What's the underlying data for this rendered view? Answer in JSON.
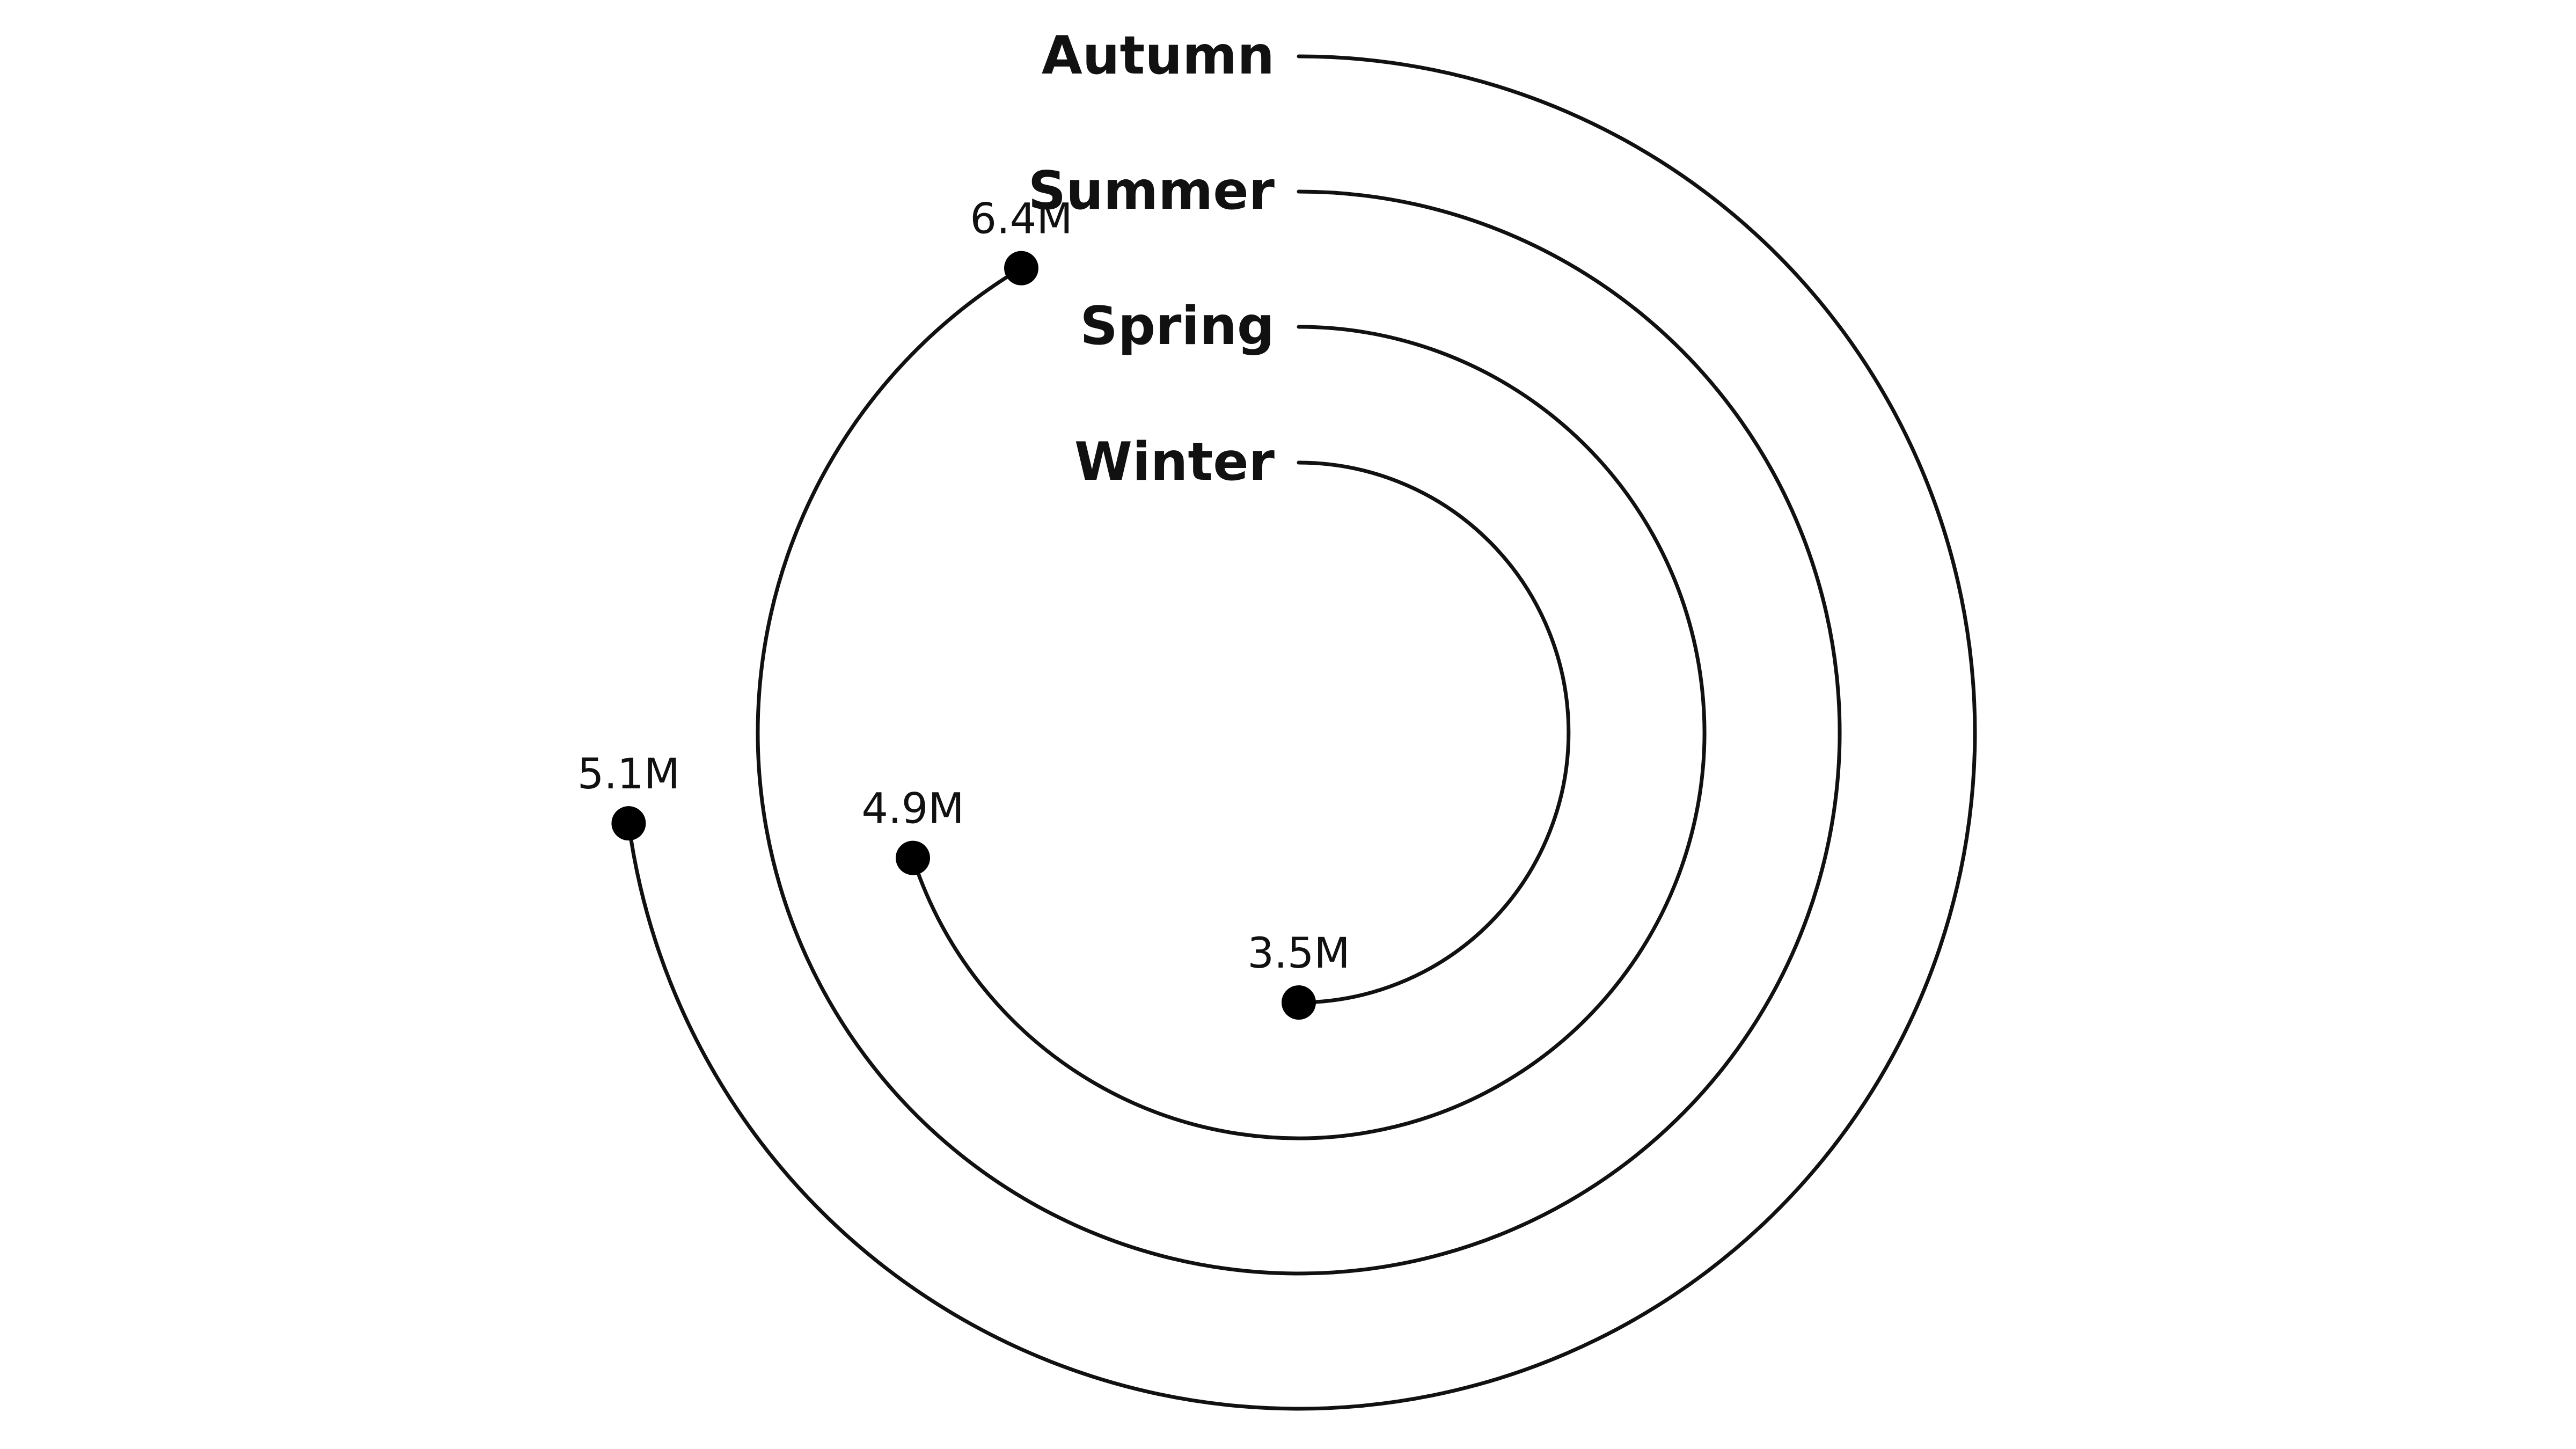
{
  "chart_data": {
    "type": "radial-bar",
    "title": "",
    "categories": [
      "Autumn",
      "Summer",
      "Spring",
      "Winter"
    ],
    "values": [
      5.1,
      6.4,
      4.9,
      3.5
    ],
    "value_labels": [
      "5.1M",
      "6.4M",
      "4.9M",
      "3.5M"
    ],
    "value_max": 7.0,
    "units": "M",
    "grid": false,
    "legend": "none",
    "start_angle": "top",
    "direction": "clockwise"
  },
  "colors": {
    "stroke": "#111111",
    "dot": "#000000",
    "background": "#ffffff"
  }
}
